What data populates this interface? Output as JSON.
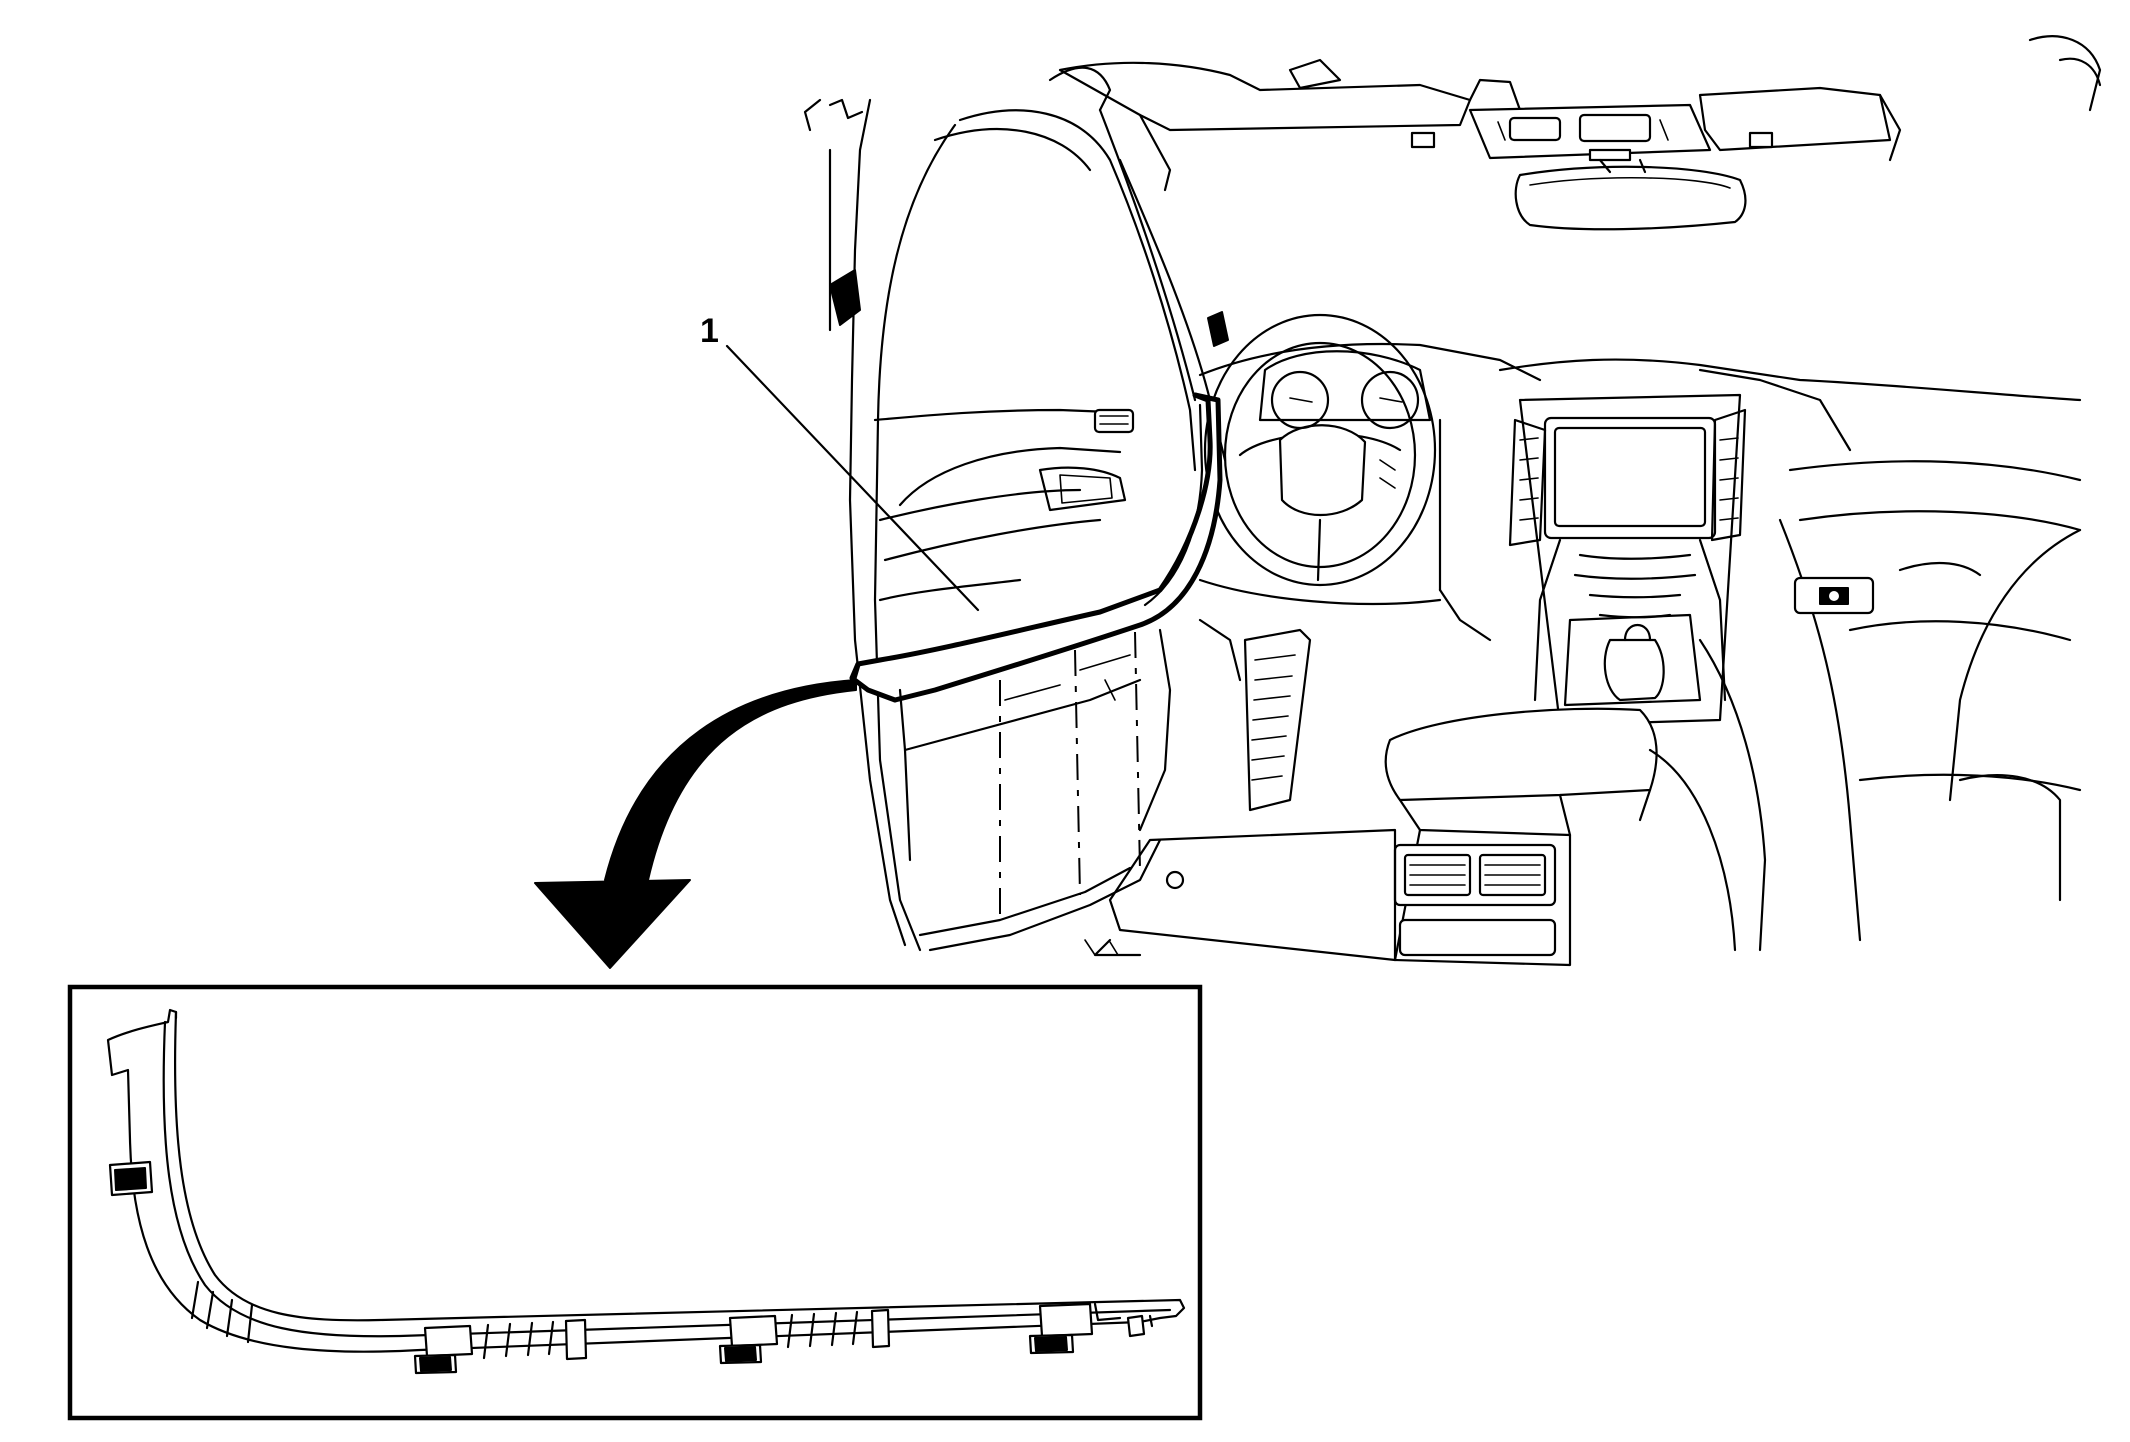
{
  "callouts": [
    {
      "id": "1",
      "label": "1"
    }
  ],
  "icons": {
    "removal_arrow": "curved-arrow-down-icon",
    "detail_inset": "magnified-detail-view"
  },
  "colors": {
    "line": "#000000",
    "background": "#ffffff"
  }
}
